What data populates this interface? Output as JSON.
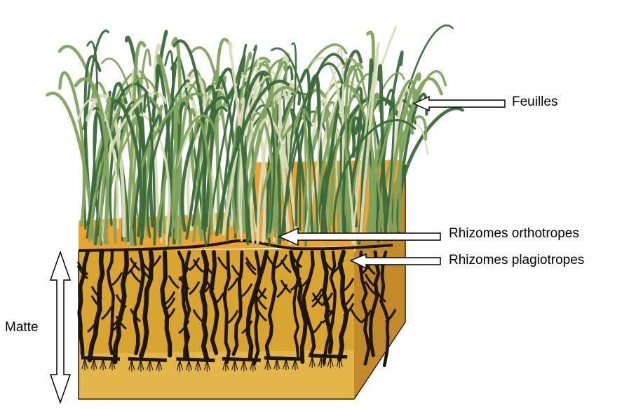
{
  "labels": {
    "feuilles": "Feuilles",
    "rhizomes_orthotropes": "Rhizomes orthotropes",
    "rhizomes_plagiotropes": "Rhizomes plagiotropes",
    "matte": "Matte"
  },
  "colors": {
    "sand_front": "#d9a531",
    "sand_top": "#eba336",
    "sand_side": "#c28a2a",
    "sediment_light": "#e3b64a",
    "rhizome": "#1f1608",
    "leaf_dark": "#3b6a3a",
    "leaf_mid": "#7fa35c",
    "leaf_light": "#d9dcb8",
    "arrow_fill": "#ffffff",
    "arrow_stroke": "#000000"
  }
}
